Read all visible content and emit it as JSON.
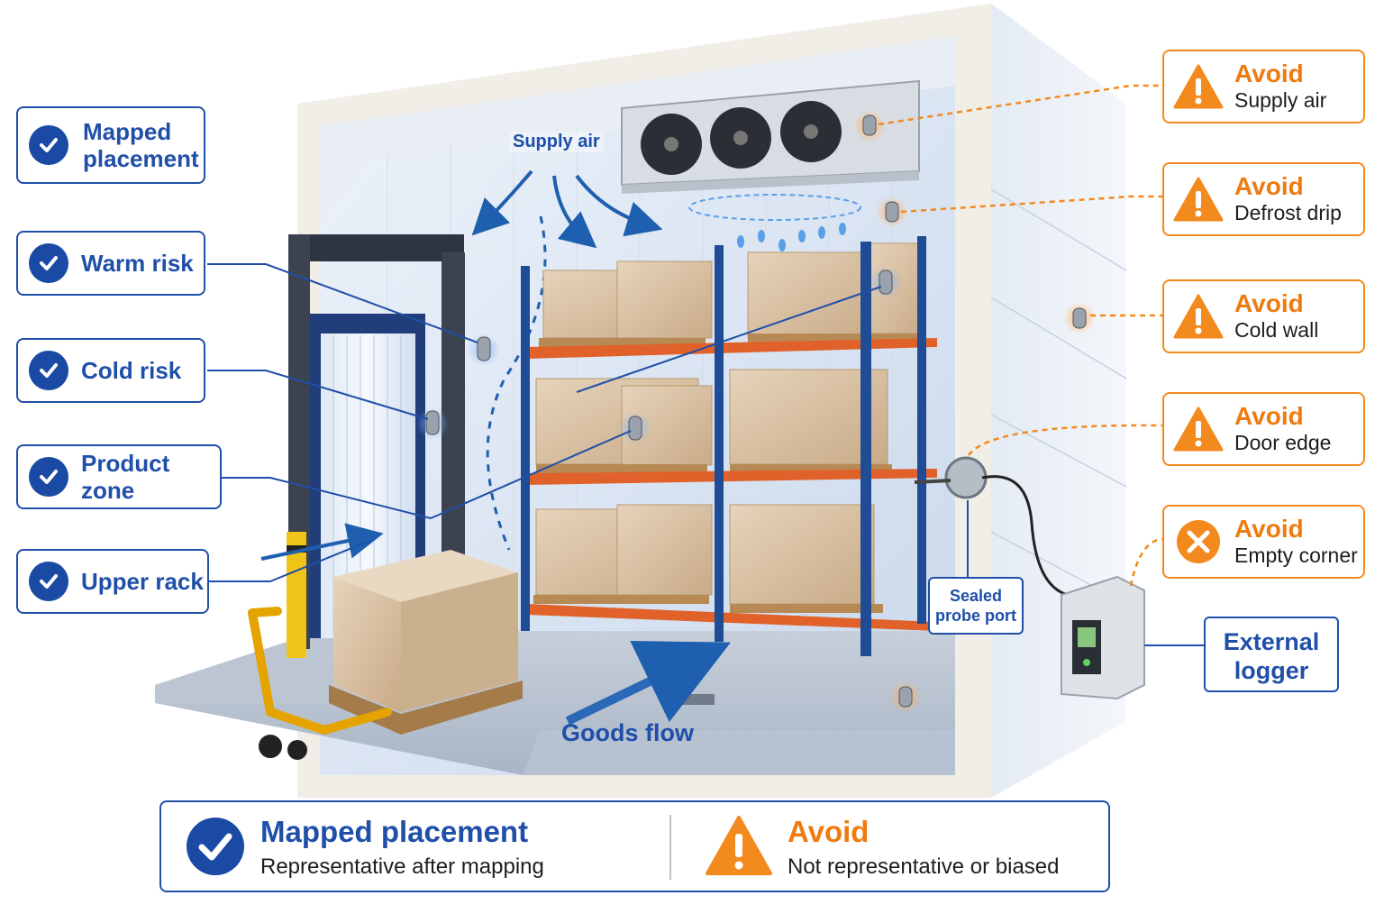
{
  "left_callouts": [
    {
      "label": "Mapped\nplacement"
    },
    {
      "label": "Warm risk"
    },
    {
      "label": "Cold risk"
    },
    {
      "label": "Product zone"
    },
    {
      "label": "Upper rack"
    }
  ],
  "avoid_callouts": [
    {
      "title": "Avoid",
      "detail": "Supply air",
      "icon": "warning-triangle-icon"
    },
    {
      "title": "Avoid",
      "detail": "Defrost drip",
      "icon": "warning-triangle-icon"
    },
    {
      "title": "Avoid",
      "detail": "Cold wall",
      "icon": "warning-triangle-icon"
    },
    {
      "title": "Avoid",
      "detail": "Door edge",
      "icon": "warning-triangle-icon"
    },
    {
      "title": "Avoid",
      "detail": "Empty corner",
      "icon": "x-circle-icon"
    }
  ],
  "scene": {
    "supply_air_label": "Supply air",
    "goods_flow_label": "Goods flow",
    "probe_port_label": "Sealed\nprobe port",
    "external_logger_label": "External\nlogger"
  },
  "legend": {
    "good_title": "Mapped placement",
    "good_desc": "Representative after mapping",
    "bad_title": "Avoid",
    "bad_desc": "Not representative or biased"
  },
  "colors": {
    "mapped_blue": "#1a4aa3",
    "avoid_orange": "#f28a1e",
    "rack_orange": "#e0622a",
    "rack_blue": "#1f4c95",
    "cardboard": "#d8c2a6"
  }
}
